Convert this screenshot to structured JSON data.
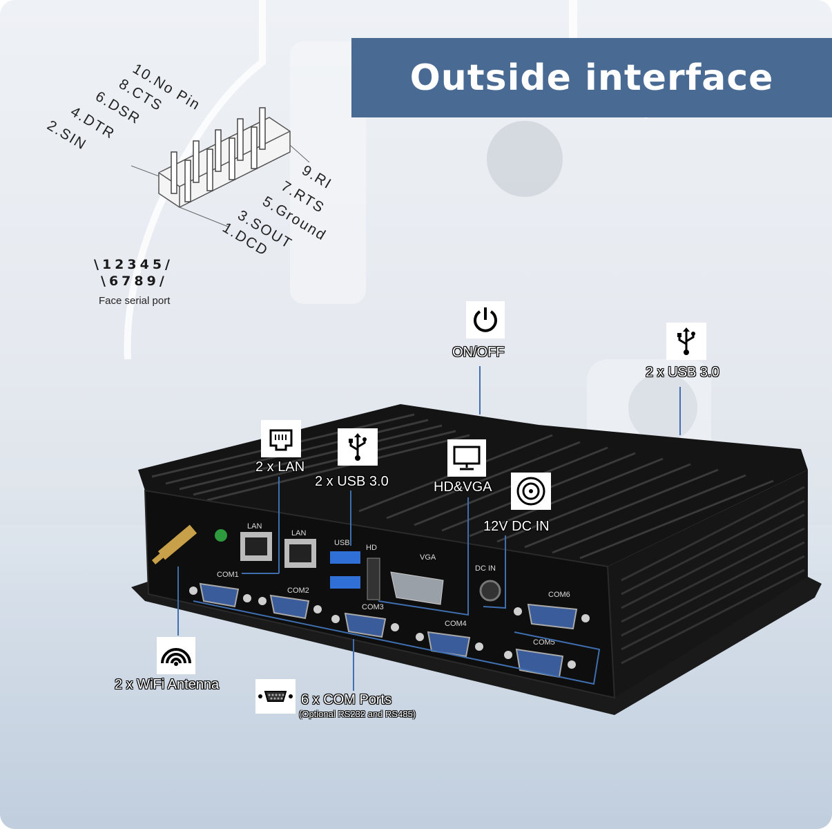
{
  "title": "Outside interface",
  "pinout": {
    "pins_top": [
      "10.No Pin",
      "8.CTS",
      "6.DSR",
      "4.DTR",
      "2.SIN"
    ],
    "pins_bottom": [
      "9.RI",
      "7.RTS",
      "5.Ground",
      "3.SOUT",
      "1.DCD"
    ],
    "face_row1": "\\12345/",
    "face_row2": "\\6789/",
    "face_caption": "Face serial port"
  },
  "callouts": {
    "on_off": "ON/OFF",
    "usb_right": "2 x USB 3.0",
    "lan": "2 x LAN",
    "usb_front": "2 x USB 3.0",
    "hd_vga": "HD&VGA",
    "dc_in": "12V DC IN",
    "wifi": "2 x WiFi Antenna",
    "com_ports": "6 x COM  Ports",
    "com_note": "(Optional RS232 and RS485)"
  },
  "panel_labels": {
    "lan1": "LAN",
    "lan2": "LAN",
    "usb": "USB",
    "hd": "HD",
    "vga": "VGA",
    "dcin": "DC IN",
    "com1": "COM1",
    "com2": "COM2",
    "com3": "COM3",
    "com4": "COM4",
    "com5": "COM5",
    "com6": "COM6"
  },
  "icons": [
    "power-icon",
    "usb-icon",
    "lan-icon",
    "monitor-icon",
    "dc-jack-icon",
    "wifi-icon",
    "serial-port-icon"
  ],
  "colors": {
    "title_bg": "#496a93",
    "callout_line": "#3f6fb0"
  }
}
